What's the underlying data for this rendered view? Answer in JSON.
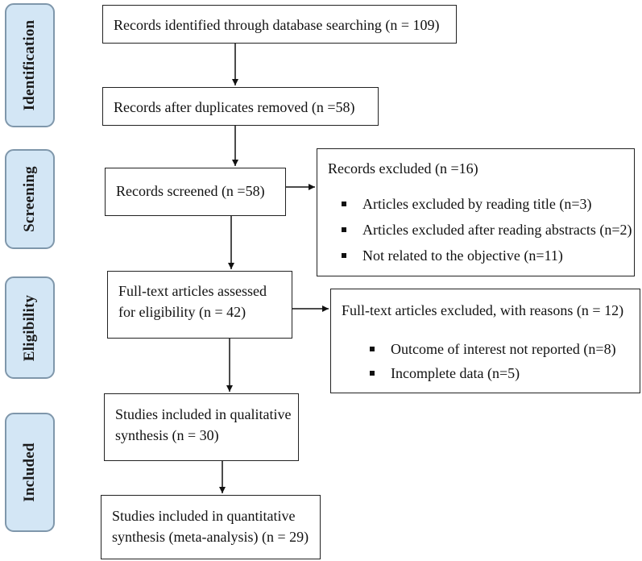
{
  "stages": {
    "identification": "Identification",
    "screening": "Screening",
    "eligibility": "Eligibility",
    "included": "Included"
  },
  "boxes": {
    "identified": "Records identified through database searching (n = 109)",
    "duplicates_removed": "Records after duplicates removed (n =58)",
    "screened": "Records screened (n =58)",
    "records_excluded": {
      "title": "Records excluded (n =16)",
      "reasons": [
        "Articles excluded by reading title (n=3)",
        "Articles excluded after reading abstracts (n=2)",
        "Not related to the objective (n=11)"
      ]
    },
    "fulltext_assessed": "Full-text articles assessed for eligibility (n = 42)",
    "fulltext_excluded": {
      "title": "Full-text articles excluded, with reasons (n = 12)",
      "reasons": [
        "Outcome of interest not reported (n=8)",
        "Incomplete data  (n=5)"
      ]
    },
    "qualitative": "Studies included in qualitative synthesis (n = 30)",
    "quantitative": "Studies included in quantitative synthesis (meta-analysis) (n = 29)"
  },
  "colors": {
    "stage_fill": "#d3e6f5",
    "stage_border": "#7f97ab",
    "box_border": "#222222",
    "arrow": "#111111"
  }
}
